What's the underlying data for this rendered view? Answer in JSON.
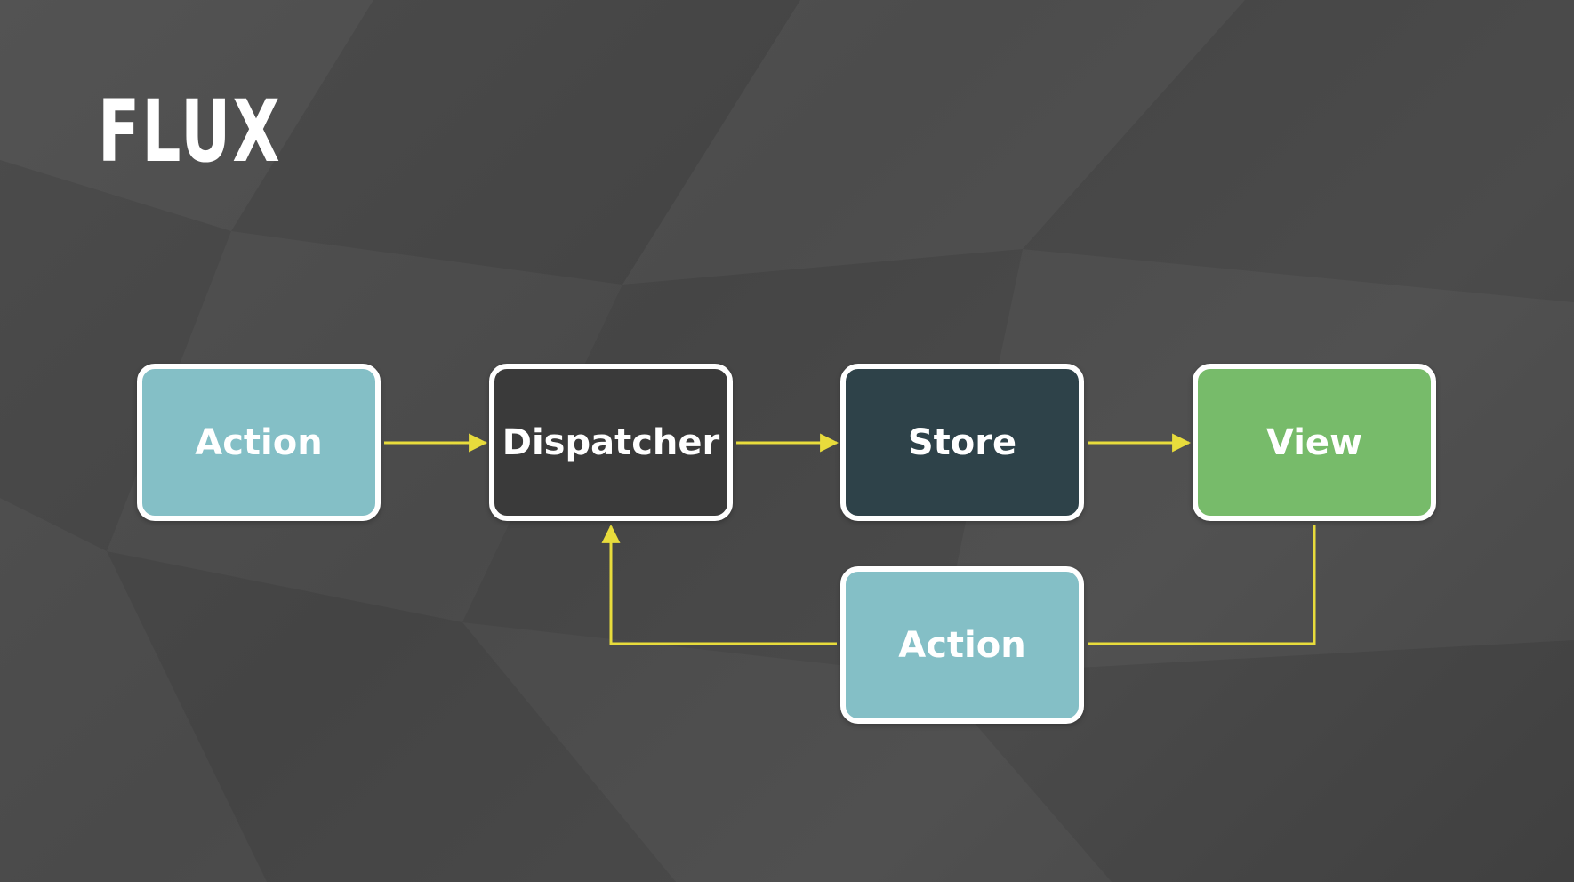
{
  "slide": {
    "title": "FLUX"
  },
  "colors": {
    "background": "#4a4a4a",
    "arrow": "#e8dc3c",
    "node_border": "#ffffff",
    "action": "#84bfc6",
    "dispatcher": "#3a3a3a",
    "store": "#2e4249",
    "view": "#77bb6a"
  },
  "diagram": {
    "nodes": [
      {
        "id": "action_1",
        "label": "Action",
        "color": "#84bfc6"
      },
      {
        "id": "dispatcher",
        "label": "Dispatcher",
        "color": "#3a3a3a"
      },
      {
        "id": "store",
        "label": "Store",
        "color": "#2e4249"
      },
      {
        "id": "view",
        "label": "View",
        "color": "#77bb6a"
      },
      {
        "id": "action_2",
        "label": "Action",
        "color": "#84bfc6"
      }
    ],
    "edges": [
      {
        "from": "action_1",
        "to": "dispatcher"
      },
      {
        "from": "dispatcher",
        "to": "store"
      },
      {
        "from": "store",
        "to": "view"
      },
      {
        "from": "view",
        "to": "action_2"
      },
      {
        "from": "action_2",
        "to": "dispatcher"
      }
    ]
  }
}
